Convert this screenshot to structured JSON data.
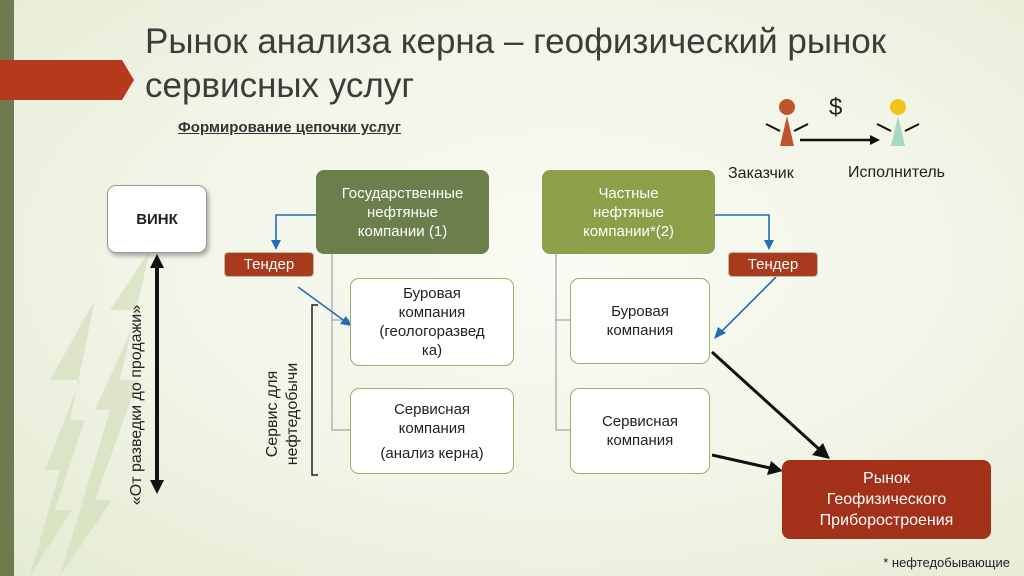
{
  "title": "Рынок анализа керна – геофизический рынок сервисных услуг",
  "subtitle": "Формирование цепочки услуг",
  "vink": "ВИНК",
  "vertical_left": "«От разведки до продажи»",
  "vertical_service": [
    "Сервис для",
    "нефтедобычи"
  ],
  "gov_companies": [
    "Государственные",
    "нефтяные",
    "компании (1)"
  ],
  "private_companies": [
    "Частные",
    "нефтяные",
    "компании*(2)"
  ],
  "tender_left": "Тендер",
  "tender_right": "Тендер",
  "drill_left": [
    "Буровая",
    "компания",
    "(геологоразвед",
    "ка)"
  ],
  "service_left": [
    "Сервисная",
    "компания",
    "(анализ керна)"
  ],
  "drill_right": [
    "Буровая",
    "компания"
  ],
  "service_right": [
    "Сервисная",
    "компания"
  ],
  "market": [
    "Рынок",
    "Геофизического",
    "Приборостроения"
  ],
  "customer": "Заказчик",
  "contractor": "Исполнитель",
  "dollar": "$",
  "footnote": "* нефтедобывающие",
  "colors": {
    "gov_fill": "#6b7f4c",
    "private_fill": "#8ca04a",
    "tender_fill": "#a83a1e",
    "market_fill": "#a3311a",
    "arrow_blue": "#1f6fb5",
    "accent_red": "#b5391c"
  }
}
